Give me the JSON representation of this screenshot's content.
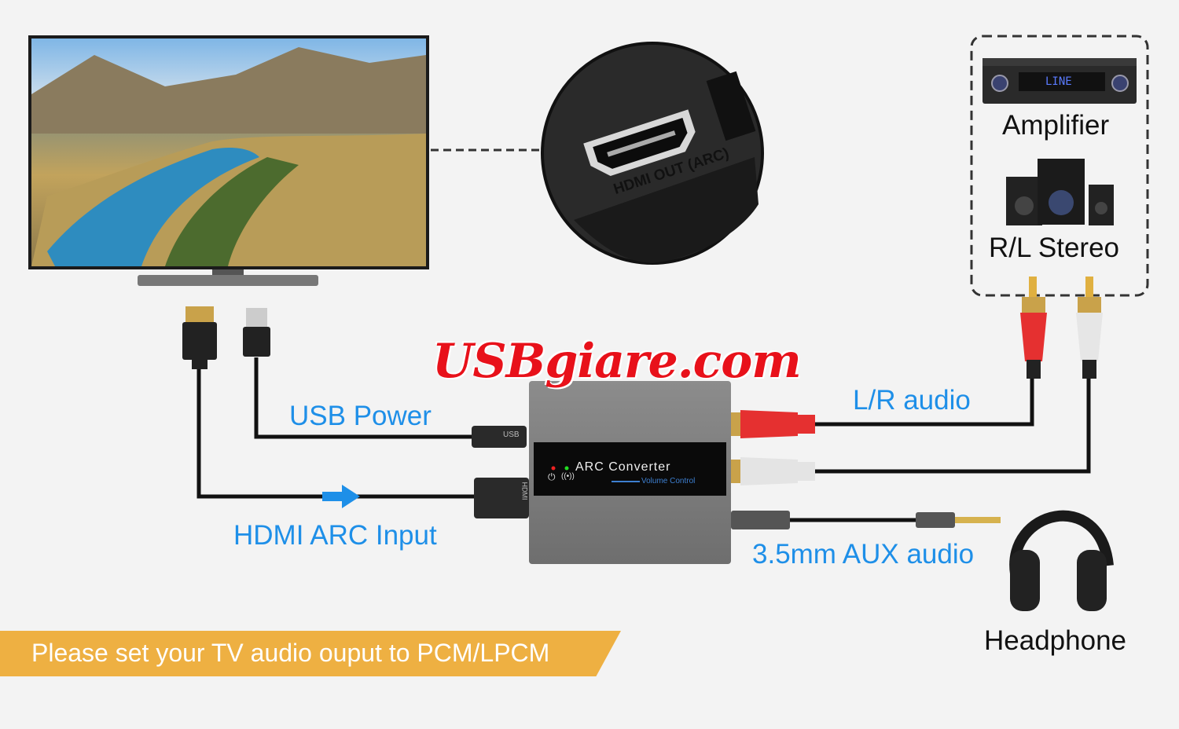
{
  "labels": {
    "usb_power": "USB Power",
    "hdmi_arc_input": "HDMI ARC Input",
    "lr_audio": "L/R audio",
    "aux_audio": "3.5mm AUX audio",
    "amplifier": "Amplifier",
    "rl_stereo": "R/L Stereo",
    "headphone": "Headphone"
  },
  "device": {
    "title": "ARC Converter",
    "subtitle": "Volume Control",
    "usb_port": "USB",
    "hdmi_port": "HDMI"
  },
  "port_closeup": {
    "label": "HDMI OUT (ARC)"
  },
  "amplifier_display": "LINE",
  "watermark": "USBgiare.com",
  "banner": "Please set your TV audio ouput to PCM/LPCM",
  "colors": {
    "accent_blue": "#1e8fe8",
    "banner_orange": "#eeb042",
    "watermark_red": "#e8111a"
  }
}
